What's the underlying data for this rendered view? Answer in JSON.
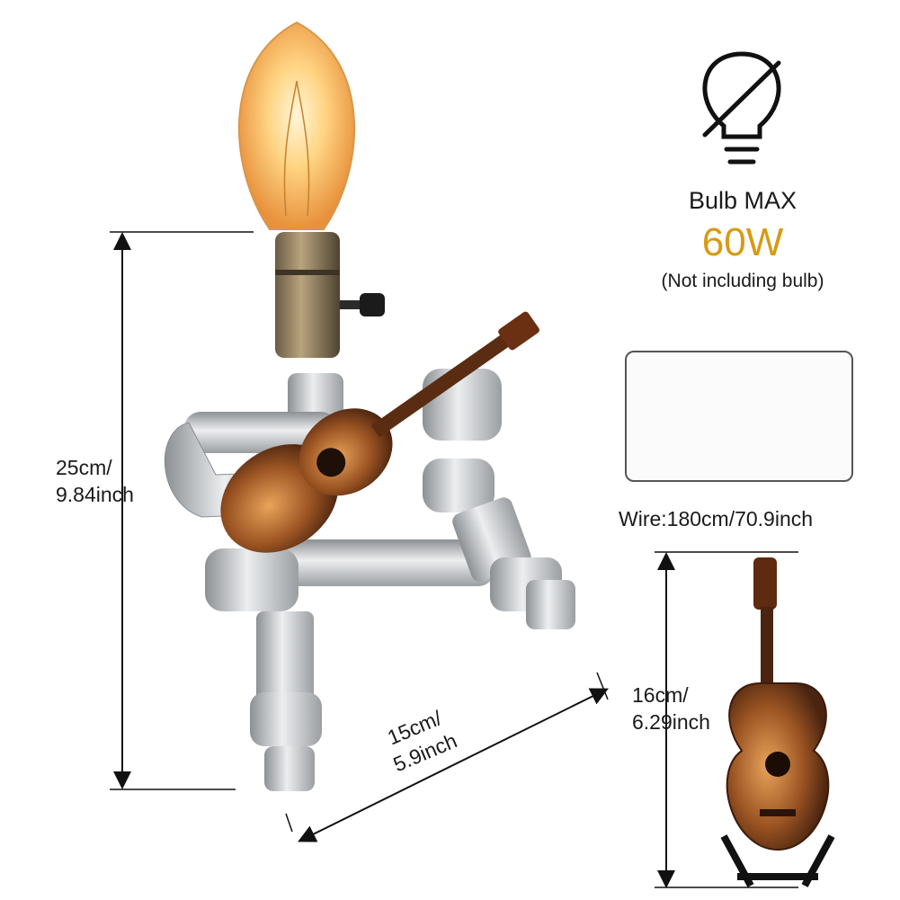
{
  "spec": {
    "bulb_max": "Bulb MAX",
    "wattage": "60W",
    "not_including": "(Not including bulb)",
    "wire": "Wire:180cm/70.9inch",
    "height_cm": "25cm/",
    "height_in": "9.84inch",
    "width_cm": "15cm/",
    "width_in": "5.9inch",
    "guitar_cm": "16cm/",
    "guitar_in": "6.29inch"
  },
  "icons": {
    "no_bulb": "no-bulb-icon"
  },
  "colors": {
    "accent": "#d69b14",
    "metal": "#c8cacc",
    "guitar": "#8a4a1e"
  }
}
